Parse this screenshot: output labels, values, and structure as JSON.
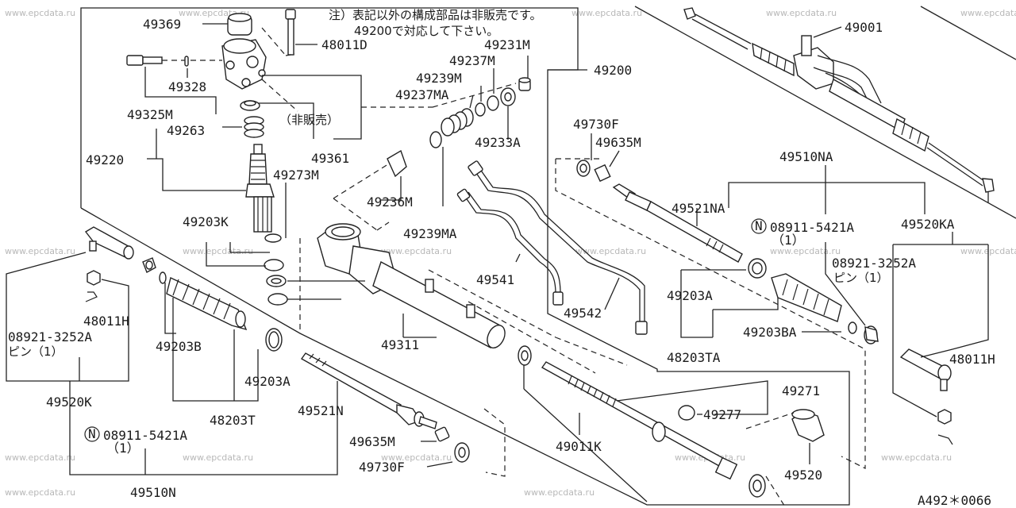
{
  "watermark": "www.epcdata.ru",
  "note": {
    "line1": "注）表記以外の構成部品は非販売です。",
    "line2": "49200で対応して下さい。"
  },
  "not_sold": "（非販売）",
  "catalog_ref": "A492＊0066",
  "labels": {
    "p49369": "49369",
    "p48011D": "48011D",
    "p49328": "49328",
    "p49325M": "49325M",
    "p49263": "49263",
    "p49220": "49220",
    "p49361": "49361",
    "p49231M": "49231M",
    "p49237M": "49237M",
    "p49239M": "49239M",
    "p49237MA": "49237MA",
    "p49233A": "49233A",
    "p49200": "49200",
    "p49001": "49001",
    "p49730F_r": "49730F",
    "p49635M_r": "49635M",
    "p49510NA": "49510NA",
    "p49521NA": "49521NA",
    "p08911_r": "08911-5421A",
    "p08911_r_qty": "（1）",
    "p49520KA": "49520KA",
    "p08921_r": "08921-3252A",
    "p08921_r_qty": "ピン（1）",
    "p49273M": "49273M",
    "p49236M": "49236M",
    "p49239MA": "49239MA",
    "p49203K": "49203K",
    "p49541": "49541",
    "p49542": "49542",
    "p49203A_r": "49203A",
    "p49203BA": "49203BA",
    "p48203TA": "48203TA",
    "p48011H_r": "48011H",
    "p48011H_l": "48011H",
    "p08921_l": "08921-3252A",
    "p08921_l_qty": "ピン（1）",
    "p49203B": "49203B",
    "p49311": "49311",
    "p49203A_l": "49203A",
    "p49271": "49271",
    "p49277": "49277",
    "p49520K": "49520K",
    "p48203T": "48203T",
    "p49521N": "49521N",
    "p08911_l": "08911-5421A",
    "p08911_l_qty": "（1）",
    "p49635M_l": "49635M",
    "p49011K": "49011K",
    "p49730F_l": "49730F",
    "p49520": "49520",
    "p49510N": "49510N",
    "circle_n": "N"
  }
}
